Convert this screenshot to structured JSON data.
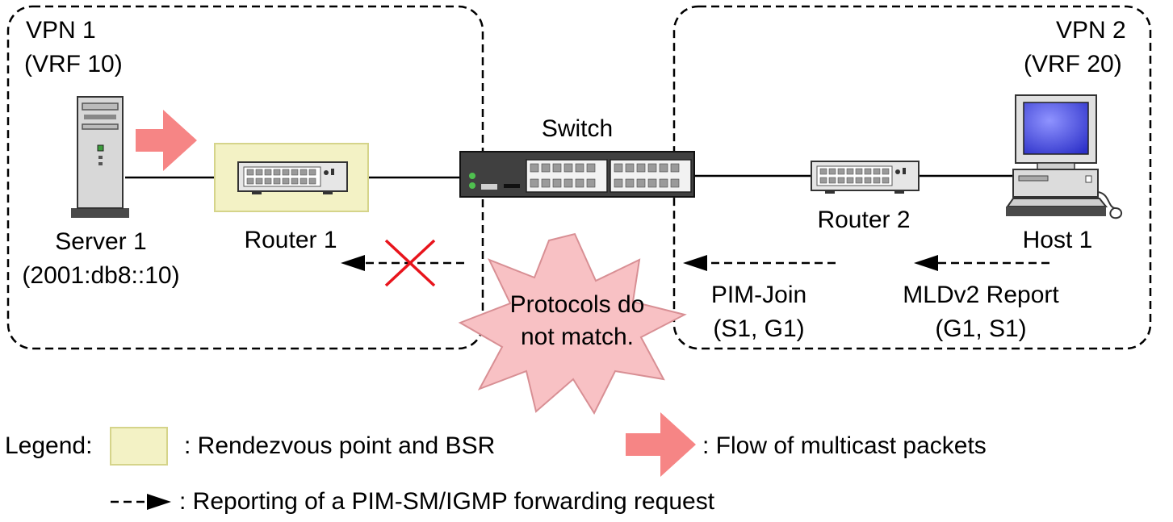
{
  "vpn1": {
    "name": "VPN 1",
    "vrf": "(VRF 10)"
  },
  "vpn2": {
    "name": "VPN 2",
    "vrf": "(VRF 20)"
  },
  "server": {
    "name": "Server 1",
    "address": "(2001:db8::10)"
  },
  "router1": {
    "name": "Router 1"
  },
  "switch": {
    "name": "Switch"
  },
  "router2": {
    "name": "Router 2"
  },
  "host": {
    "name": "Host 1"
  },
  "burst": {
    "line1": "Protocols do",
    "line2": "not match."
  },
  "pim_join": {
    "line1": "PIM-Join",
    "line2": "(S1, G1)"
  },
  "mld_report": {
    "line1": "MLDv2 Report",
    "line2": "(G1, S1)"
  },
  "legend": {
    "title": "Legend:",
    "rp_bsr": ": Rendezvous point and BSR",
    "multicast_flow": ": Flow of multicast packets",
    "forwarding_request": ": Reporting of a PIM-SM/IGMP forwarding request"
  },
  "colors": {
    "rp_highlight": "#f3f2c5",
    "rp_highlight_border": "#d5d48a",
    "flow_arrow": "#f68585",
    "cross": "#e8141c",
    "burst": "#f8c1c4",
    "burst_border": "#d88f94",
    "monitor_screen": "#4b4fe0"
  }
}
